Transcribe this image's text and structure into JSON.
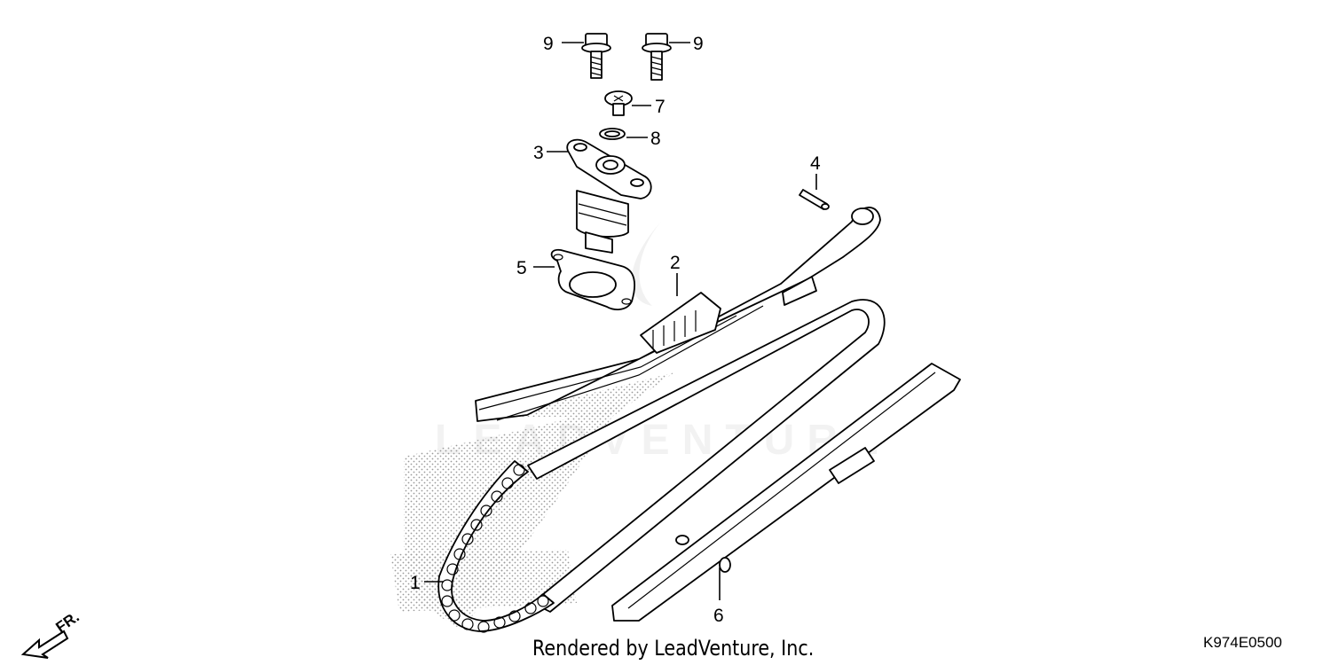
{
  "callouts": {
    "c1": "1",
    "c2": "2",
    "c3": "3",
    "c4": "4",
    "c5": "5",
    "c6": "6",
    "c7": "7",
    "c8": "8",
    "c9a": "9",
    "c9b": "9"
  },
  "direction_label": "FR.",
  "credit": "Rendered by LeadVenture, Inc.",
  "diagram_code": "K974E0500"
}
